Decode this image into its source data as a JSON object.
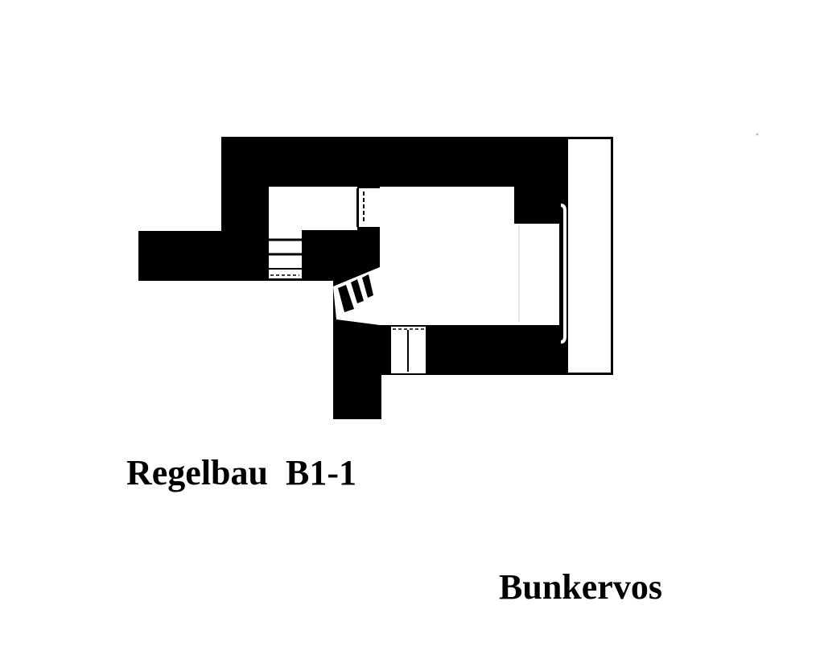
{
  "diagram": {
    "type": "floor-plan",
    "title": "Regelbau  B1-1",
    "credit": "Bunkervos"
  },
  "colors": {
    "wall": "#000000",
    "background": "#ffffff"
  }
}
